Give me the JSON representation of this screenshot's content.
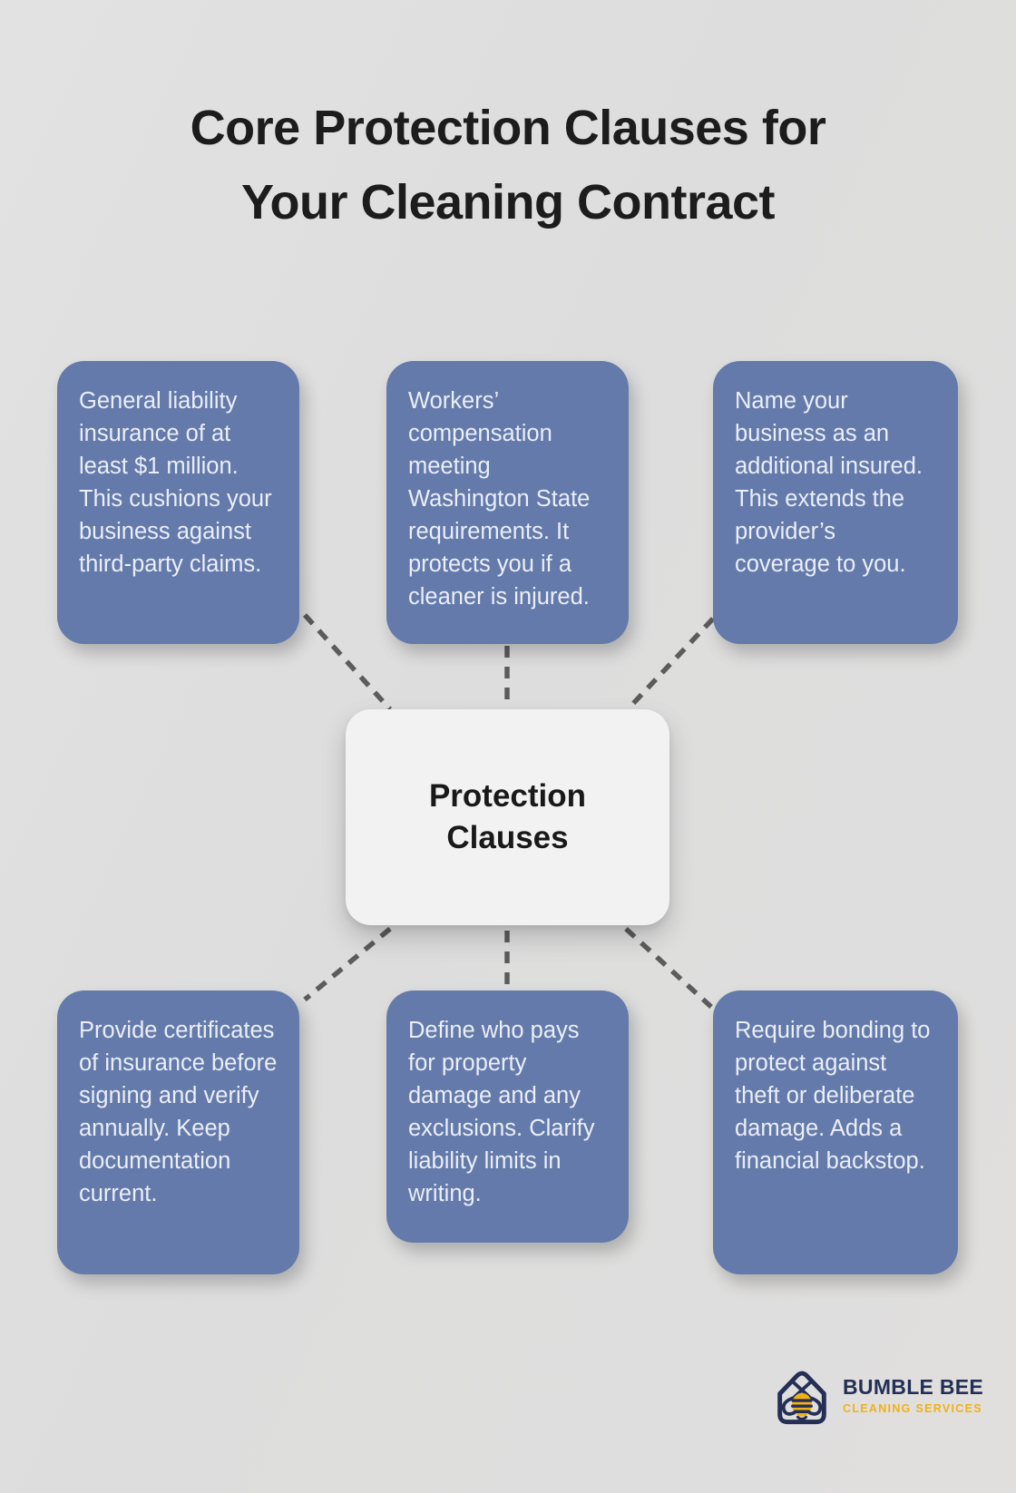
{
  "title": {
    "line1": "Core Protection Clauses for",
    "line2": "Your Cleaning Contract"
  },
  "center_node": {
    "line1": "Protection",
    "line2": "Clauses"
  },
  "boxes": [
    {
      "id": "general-liability",
      "text": "General liability insurance of at least $1 million. This cushions your business against third-party claims."
    },
    {
      "id": "workers-compensation",
      "text": "Workers’ compensation meeting Washington State requirements. It protects you if a cleaner is injured."
    },
    {
      "id": "additional-insured",
      "text": "Name your business as an additional insured. This extends the provider’s coverage to you."
    },
    {
      "id": "certificates",
      "text": "Provide certificates of insurance before signing and verify annually. Keep documentation current."
    },
    {
      "id": "property-damage",
      "text": "Define who pays for property damage and any exclusions. Clarify liability limits in writing."
    },
    {
      "id": "bonding",
      "text": "Require bonding to protect against theft or deliberate damage. Adds a financial backstop."
    }
  ],
  "logo": {
    "icon": "house-bee-icon",
    "name": "BUMBLE BEE",
    "tagline": "CLEANING SERVICES"
  },
  "colors": {
    "background": "#dedede",
    "box_fill": "#647aab",
    "box_text": "#eaeef7",
    "center_fill": "#f2f2f2",
    "title_text": "#1c1c1c",
    "connector": "#5c5c5c",
    "logo_navy": "#242f56",
    "logo_yellow": "#f0b118"
  }
}
